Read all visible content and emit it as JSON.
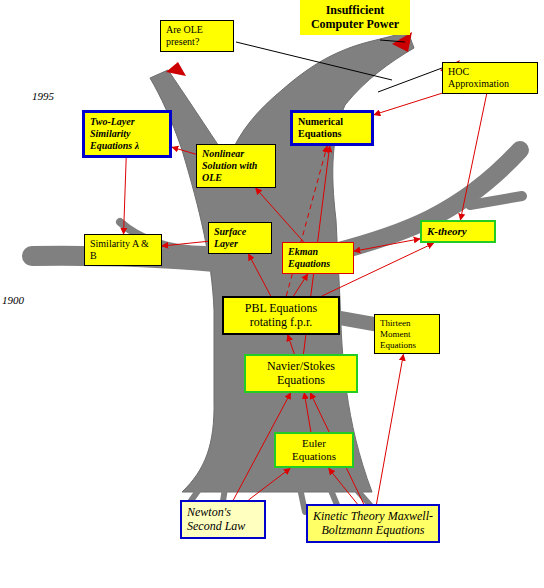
{
  "diagram": {
    "nodes": [
      {
        "text": [
          "Are OLE present?"
        ]
      },
      {
        "text": [
          "Insufficient Computer Power"
        ]
      },
      {
        "text": [
          "HOC Approximation"
        ]
      },
      {
        "text": [
          "Two-Layer Similarity Equations λ"
        ]
      },
      {
        "text": [
          "Numerical Equations"
        ]
      },
      {
        "text": [
          "Nonlinear Solution with OLE"
        ]
      },
      {
        "text": [
          "Similarity A & B"
        ]
      },
      {
        "text": [
          "Surface Layer"
        ]
      },
      {
        "text": [
          "Ekman Equations"
        ]
      },
      {
        "text": [
          "K-theory"
        ]
      },
      {
        "text": [
          "PBL Equations rotating f.p.r."
        ]
      },
      {
        "text": [
          "Thirteen Moment Equations"
        ]
      },
      {
        "text": [
          "Navier/Stokes Equations"
        ]
      },
      {
        "text": [
          "Euler Equations"
        ]
      },
      {
        "text": [
          "Newton's Second Law"
        ]
      },
      {
        "text": [
          "Kinetic Theory Maxwell-Boltzmann Equations"
        ]
      }
    ],
    "edges": [
      {
        "from": 5,
        "to": 3,
        "arrow": "to"
      },
      {
        "from": 3,
        "to": 6,
        "arrow": "to"
      },
      {
        "from": 7,
        "to": 6,
        "arrow": "to"
      },
      {
        "from": 8,
        "to": 5,
        "arrow": "to"
      },
      {
        "from": 8,
        "to": 9,
        "arrow": "both"
      },
      {
        "from": 10,
        "to": 7,
        "arrow": "to"
      },
      {
        "from": 10,
        "to": 8,
        "arrow": "to"
      },
      {
        "from": 10,
        "to": 9,
        "arrow": "to"
      },
      {
        "from": 10,
        "to": 4,
        "arrow": "to"
      },
      {
        "from": 12,
        "to": 10,
        "arrow": "to"
      },
      {
        "from": 12,
        "to": 4,
        "arrow": "to"
      },
      {
        "from": 13,
        "to": 12,
        "arrow": "to"
      },
      {
        "from": 14,
        "to": 12,
        "arrow": "to"
      },
      {
        "from": 14,
        "to": 13,
        "arrow": "to"
      },
      {
        "from": 15,
        "to": 13,
        "arrow": "to"
      },
      {
        "from": 15,
        "to": 12,
        "arrow": "to"
      },
      {
        "from": 15,
        "to": 11,
        "arrow": "to"
      },
      {
        "from": 2,
        "to": 9,
        "arrow": "to"
      },
      {
        "from": 2,
        "to": 4,
        "arrow": "to"
      }
    ],
    "labels": [
      "1995",
      "1900"
    ]
  }
}
